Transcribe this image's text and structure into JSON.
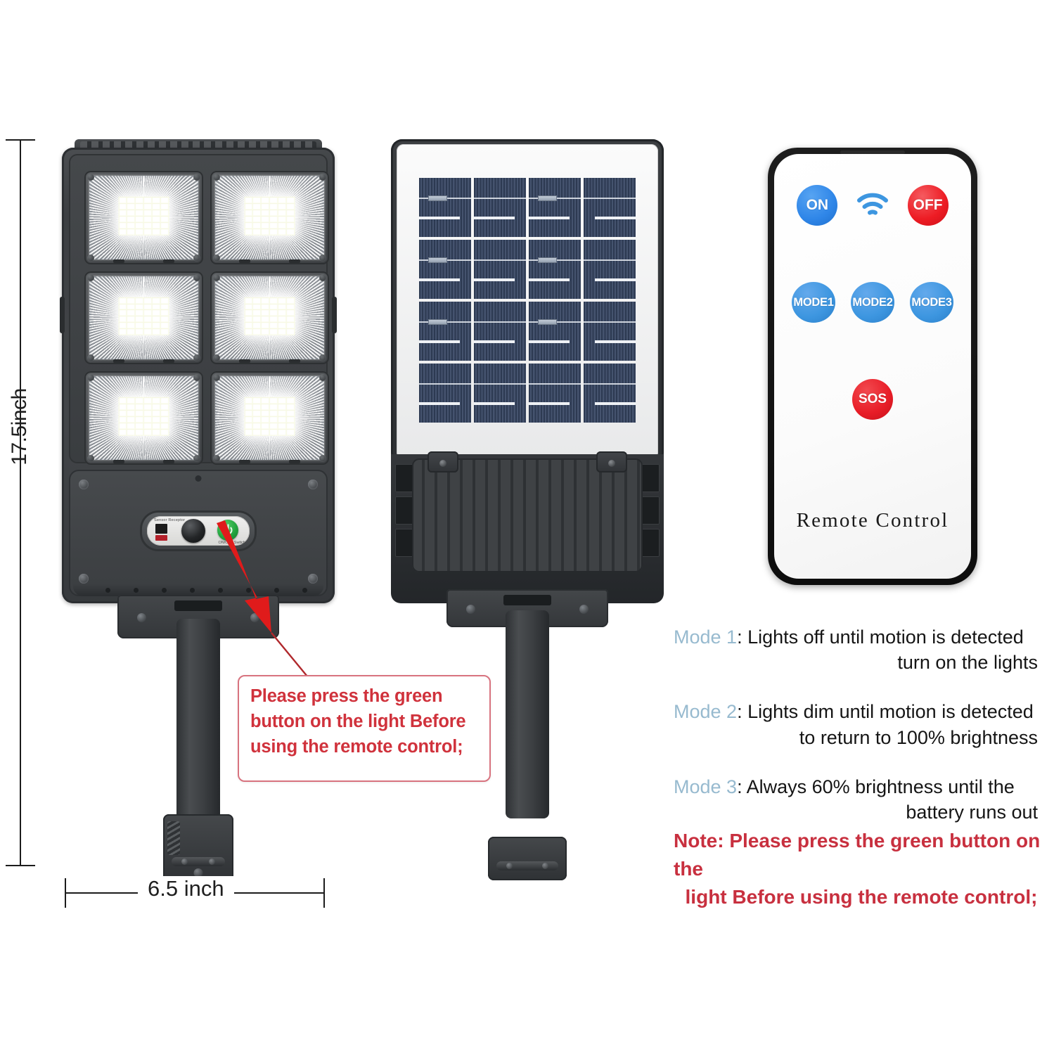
{
  "dimensions": {
    "height_label": "17.5inch",
    "width_label": "6.5 inch"
  },
  "lamp": {
    "sensor_panel": {
      "sensor_label": "Sensor Receptor",
      "switch_label": "ON/OFF Switch",
      "power_icon": "power-icon",
      "pir_icon": "motion-sensor-dome-icon",
      "indicator_icon": "red-indicator-icon"
    },
    "led_module_count": 6,
    "solar_cell_columns": 4,
    "solar_cell_rows": 4
  },
  "callout": {
    "line1": "Please press the green",
    "line2": "button on the light Before",
    "line3": "using the remote control;",
    "border_color": "#d8737f",
    "text_color": "#d0323c",
    "arrow_color": "#e01b1b",
    "arrow_icon": "red-arrow-icon"
  },
  "remote": {
    "brand_label": "Remote Control",
    "wifi_icon": "wifi-signal-icon",
    "buttons": [
      {
        "label": "ON",
        "name": "on-button",
        "color": "#2f86e8",
        "type": "onoff"
      },
      {
        "label": "OFF",
        "name": "off-button",
        "color": "#ed1c24",
        "type": "onoff"
      },
      {
        "label": "MODE1",
        "name": "mode1-button",
        "color": "#3d96e0",
        "type": "mode"
      },
      {
        "label": "MODE2",
        "name": "mode2-button",
        "color": "#3d96e0",
        "type": "mode"
      },
      {
        "label": "MODE3",
        "name": "mode3-button",
        "color": "#3d96e0",
        "type": "mode"
      },
      {
        "label": "SOS",
        "name": "sos-button",
        "color": "#e81d27",
        "type": "sos"
      }
    ]
  },
  "modes": [
    {
      "key": "Mode 1",
      "sep": ":",
      "line1": "Lights off until motion is detected",
      "line2": "turn on the lights"
    },
    {
      "key": "Mode 2",
      "sep": ":",
      "line1": "Lights dim until motion is detected",
      "line2": "to return to 100% brightness"
    },
    {
      "key": "Mode 3",
      "sep": ":",
      "line1": "Always 60% brightness until the",
      "line2": "battery runs out"
    }
  ],
  "note": {
    "line1": "Note: Please press the green button on the",
    "line2": "light Before using the remote control;",
    "color": "#c8303f"
  },
  "mode_key_color": "#97bacf",
  "background_color": "#ffffff"
}
